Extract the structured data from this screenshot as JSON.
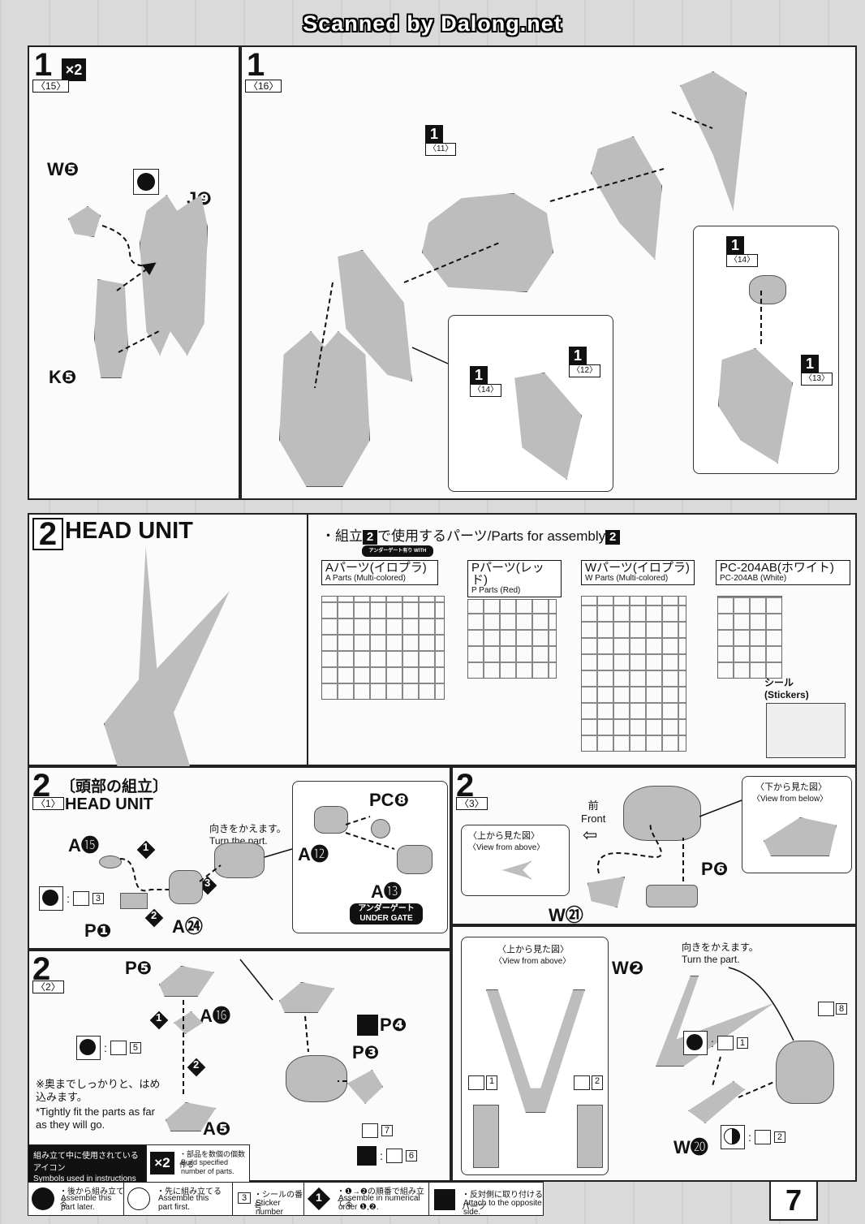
{
  "watermark": "Scanned by Dalong.net",
  "top_left": {
    "step": "1",
    "sub": "〈15〉",
    "mult": "×2",
    "labels": [
      "W❺",
      "J❾",
      "K❺"
    ]
  },
  "top_right": {
    "step": "1",
    "sub": "〈16〉",
    "markers": [
      {
        "num": "1",
        "sub": "〈11〉"
      },
      {
        "num": "1",
        "sub": "〈14〉"
      },
      {
        "num": "1",
        "sub": "〈12〉"
      },
      {
        "num": "1",
        "sub": "〈14〉"
      },
      {
        "num": "1",
        "sub": "〈13〉"
      }
    ]
  },
  "head_unit": {
    "step": "2",
    "title": "HEAD UNIT"
  },
  "parts_list": {
    "heading_jp": "・組立",
    "heading_num": "2",
    "heading_rest": "で使用するパーツ/Parts for assembly",
    "heading_num2": "2",
    "under_gate": "アンダーゲート有り WITH UNDER GATES",
    "sheets": [
      {
        "jp": "Aパーツ(イロプラ)",
        "en": "A Parts (Multi-colored)"
      },
      {
        "jp": "Pパーツ(レッド)",
        "en": "P Parts (Red)"
      },
      {
        "jp": "Wパーツ(イロプラ)",
        "en": "W Parts (Multi-colored)"
      },
      {
        "jp": "PC-204AB(ホワイト)",
        "en": "PC-204AB (White)"
      }
    ],
    "stickers_jp": "シール",
    "stickers_en": "(Stickers)"
  },
  "step21": {
    "step": "2",
    "sub": "〈1〉",
    "title_jp": "〔頭部の組立〕",
    "title_en": "HEAD UNIT",
    "turn_jp": "向きをかえます。",
    "turn_en": "Turn the part.",
    "labels": [
      "A⓯",
      "P❶",
      "A㉔",
      "A⓬",
      "A⓭",
      "PC❽"
    ],
    "order": [
      "1",
      "2",
      "3"
    ],
    "sticker": "3",
    "under_gate_jp": "アンダーゲート",
    "under_gate_en": "UNDER GATE"
  },
  "step23": {
    "step": "2",
    "sub": "〈3〉",
    "front_jp": "前",
    "front_en": "Front",
    "above_jp": "〈上から見た図〉",
    "above_en": "〈View from above〉",
    "below_jp": "〈下から見た図〉",
    "below_en": "〈View from below〉",
    "labels": [
      "P❻",
      "W㉑"
    ]
  },
  "step22": {
    "step": "2",
    "sub": "〈2〉",
    "labels": [
      "P❺",
      "A⓰",
      "A❺",
      "P❸",
      "P❹"
    ],
    "order": [
      "1",
      "2"
    ],
    "stickers": [
      "5",
      "7",
      "6"
    ],
    "note_jp": "※奥までしっかりと、はめ込みます。",
    "note_en": "*Tightly fit the parts as far as they will go."
  },
  "step24": {
    "above_jp": "〈上から見た図〉",
    "above_en": "〈View from above〉",
    "turn_jp": "向きをかえます。",
    "turn_en": "Turn the part.",
    "labels": [
      "W❷",
      "W⓴"
    ],
    "stickers": [
      "1",
      "2",
      "1",
      "2",
      "8"
    ]
  },
  "legend": {
    "title_jp": "組み立て中に使用されているアイコン",
    "title_en": "Symbols used in instructions",
    "items": [
      {
        "jp": "・部品を数個の個数作る",
        "en": "Build specified number of parts.",
        "icon": "×2"
      },
      {
        "jp": "・後から組み立てる",
        "en": "Assemble this part later."
      },
      {
        "jp": "・先に組み立てる",
        "en": "Assemble this part first."
      },
      {
        "jp": "・シールの番号",
        "en": "Sticker number",
        "icon": "3"
      },
      {
        "jp": "・❶→❷の順番で組み立てる",
        "en": "Assemble in numerical order ❶,❷.",
        "icon": "1"
      },
      {
        "jp": "・反対側に取り付けるパーツ",
        "en": "Attach to the opposite side."
      }
    ]
  },
  "page_number": "7",
  "colors": {
    "ink": "#111111",
    "paper": "#fbfbfb",
    "part": "#bdbdbd"
  }
}
